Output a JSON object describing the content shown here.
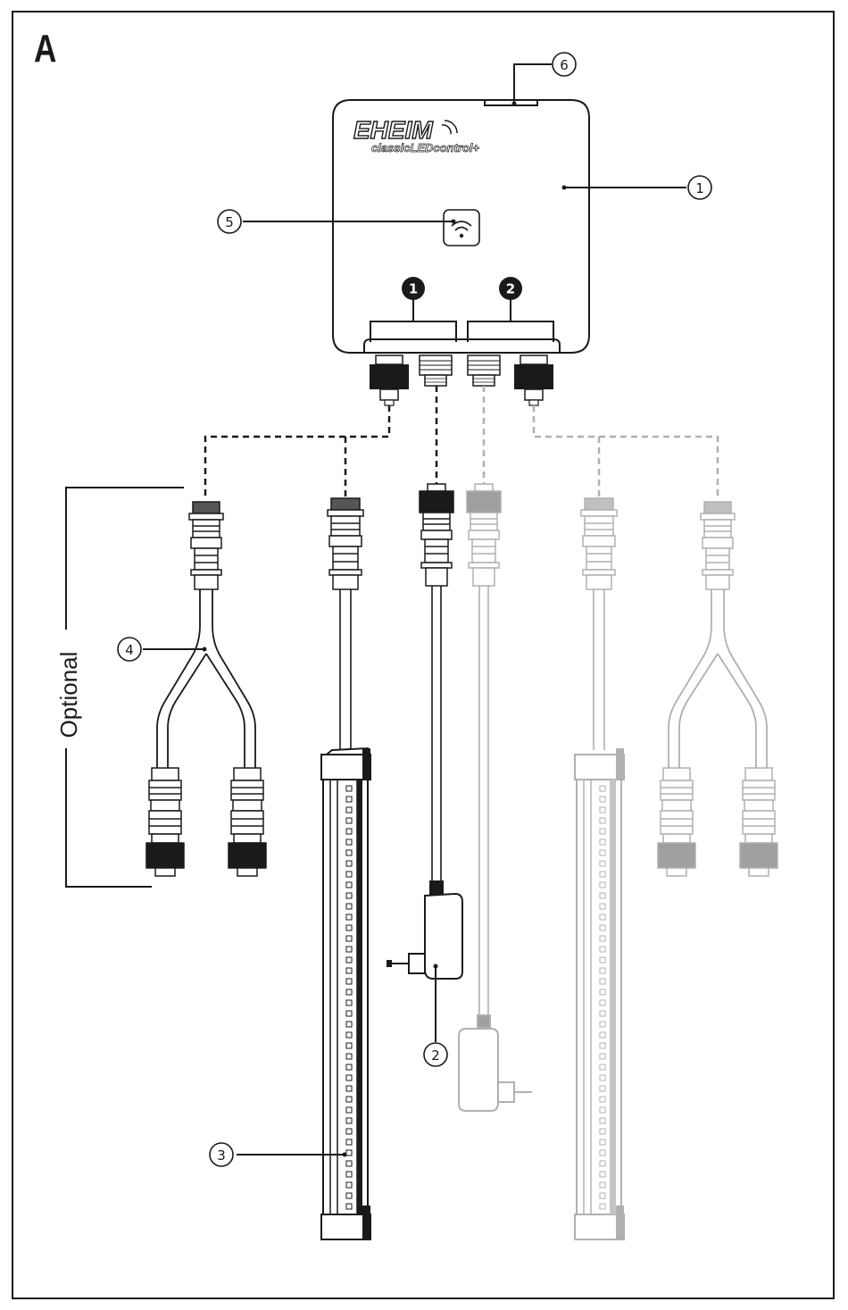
{
  "figure": {
    "panel_letter": "A",
    "brand_logo": "EHEIM",
    "product_name": "classicLEDcontrol+",
    "wifi_button_icon": "wifi-icon",
    "port_labels": [
      "1",
      "2"
    ],
    "callouts": [
      "1",
      "2",
      "3",
      "4",
      "5",
      "6"
    ],
    "optional_label": "Optional"
  },
  "colors": {
    "dark": "#1a1a1a",
    "faded": "#b0b0b0"
  }
}
